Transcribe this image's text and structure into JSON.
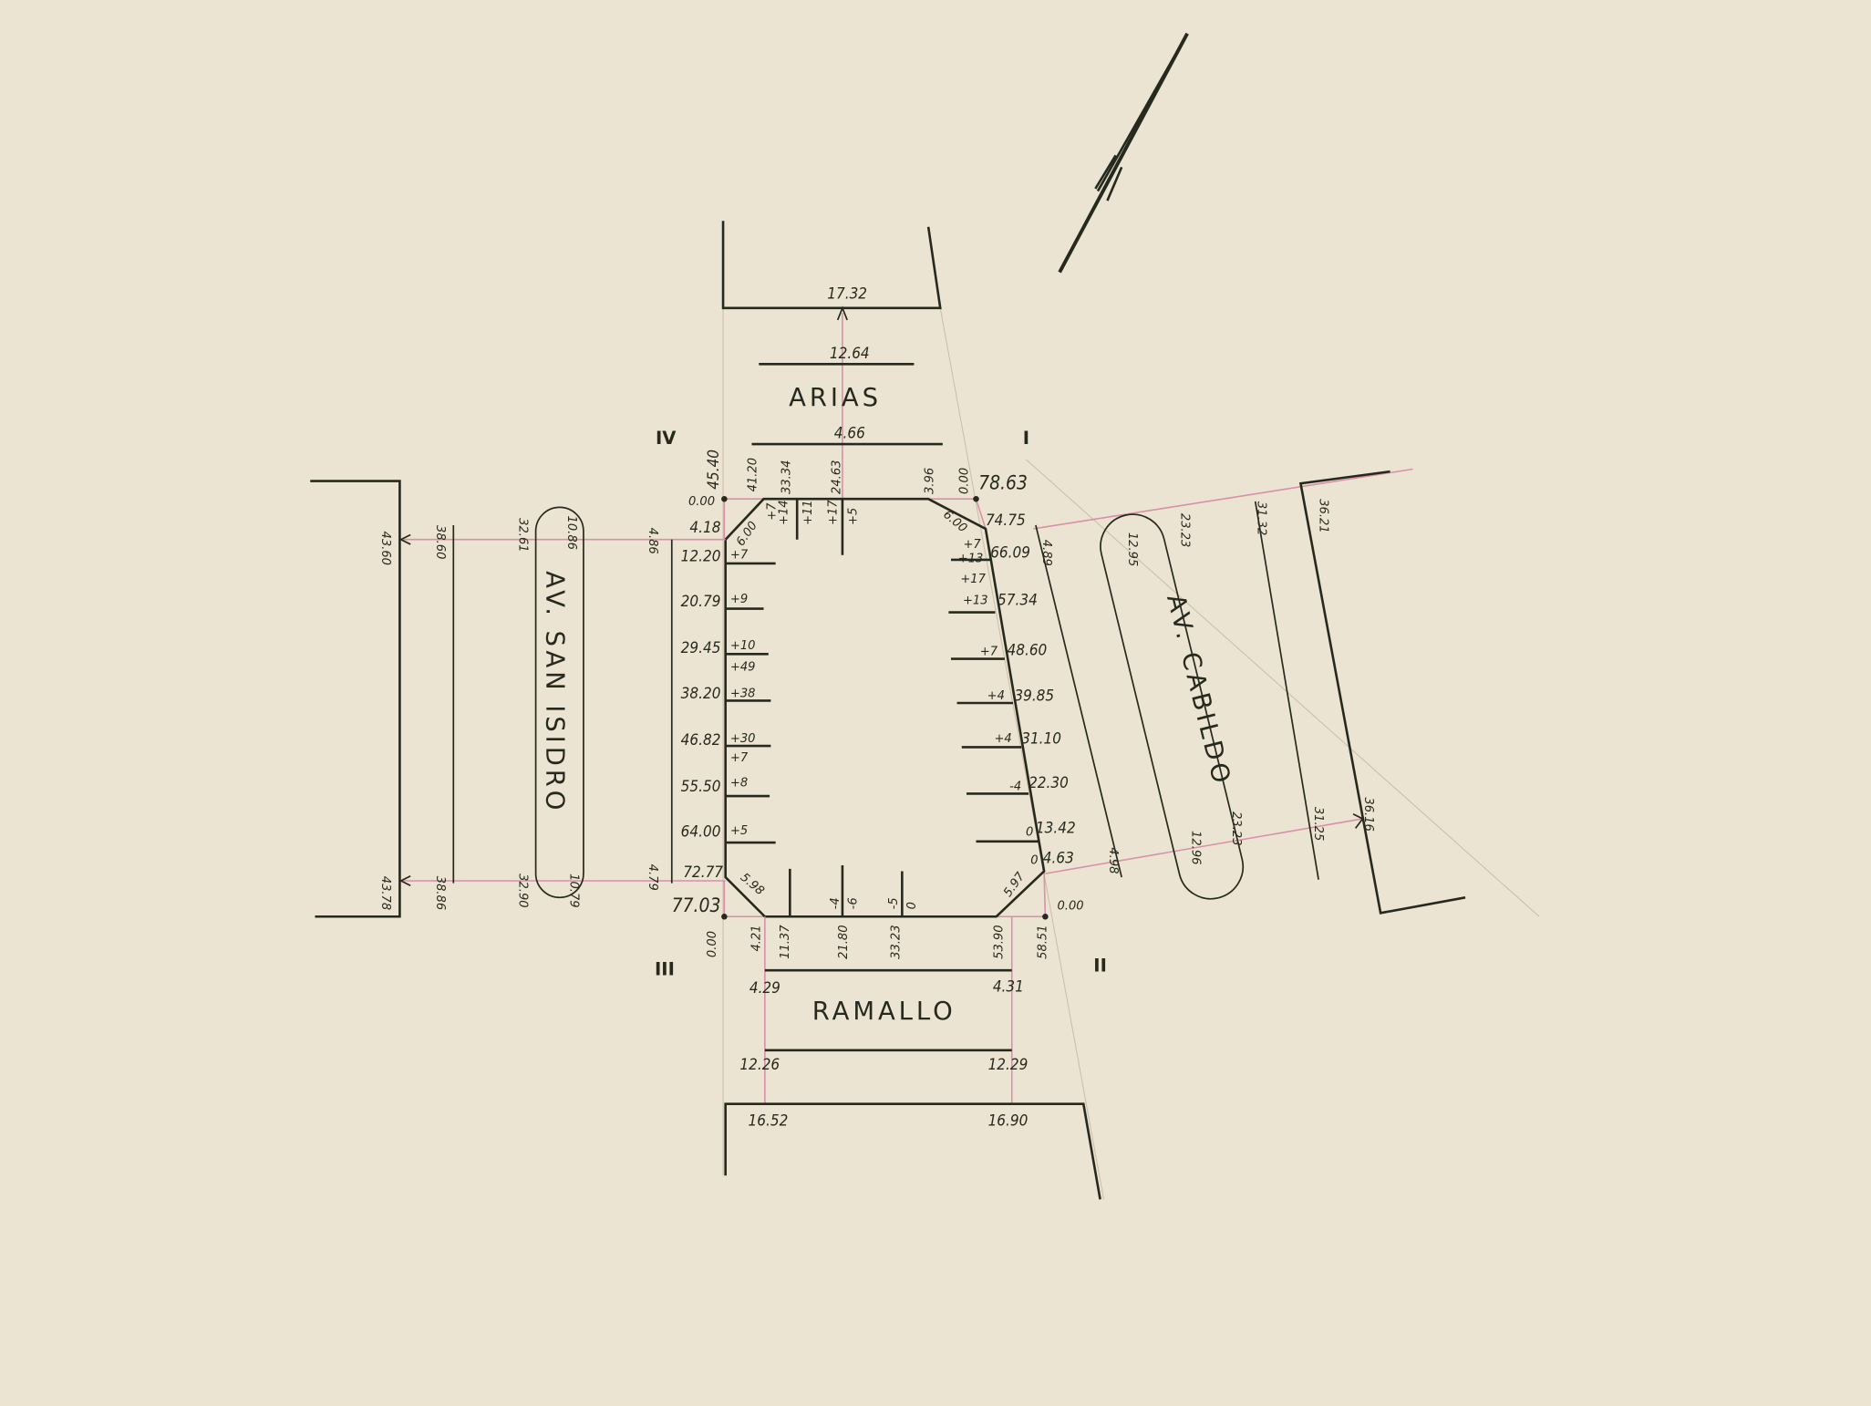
{
  "streets": {
    "arias": "ARIAS",
    "ramallo": "RAMALLO",
    "san_isidro": "AV. SAN ISIDRO",
    "cabildo": "AV. CABILDO"
  },
  "quadrants": {
    "q1": "I",
    "q2": "II",
    "q3": "III",
    "q4": "IV"
  },
  "arias": {
    "outer": "17.32",
    "mid": "12.64",
    "inner": "4.66"
  },
  "top_edge": {
    "labels": [
      "45.40",
      "41.20",
      "33.34",
      "24.63",
      "3.96",
      "0.00"
    ],
    "corner_left": "0.00",
    "corner_right": "78.63",
    "chamfer_left": "6.00",
    "chamfer_right": "6.00",
    "offsets": [
      "+7",
      "+14",
      "+11",
      "+17",
      "+5"
    ]
  },
  "left_edge": {
    "stations": [
      "4.18",
      "12.20",
      "20.79",
      "29.45",
      "38.20",
      "46.82",
      "55.50",
      "64.00",
      "72.77",
      "77.03"
    ],
    "offsets": [
      "+7",
      "+9",
      "+10",
      "+49",
      "+38",
      "+30",
      "+7",
      "+8",
      "+5"
    ],
    "chamfer_bottom": "5.98"
  },
  "right_edge": {
    "stations": [
      "74.75",
      "66.09",
      "57.34",
      "48.60",
      "39.85",
      "31.10",
      "22.30",
      "13.42",
      "4.63"
    ],
    "offsets": [
      "+7",
      "+13",
      "+17",
      "+13",
      "+7",
      "+4",
      "+4",
      "-4",
      "0",
      "0"
    ],
    "chamfer_bottom": "5.97",
    "corner_bottom": "0.00"
  },
  "bottom_edge": {
    "labels": [
      "0.00",
      "4.21",
      "11.37",
      "21.80",
      "33.23",
      "53.90",
      "58.51"
    ],
    "offsets": [
      "-4",
      "-6",
      "-5",
      "0"
    ]
  },
  "ramallo": {
    "inner_left": "4.29",
    "inner_right": "4.31",
    "mid_left": "12.26",
    "mid_right": "12.29",
    "outer_left": "16.52",
    "outer_right": "16.90"
  },
  "san_isidro": {
    "top": [
      "43.60",
      "38.60",
      "32.61",
      "10.86",
      "4.86"
    ],
    "bottom": [
      "43.78",
      "38.86",
      "32.90",
      "10.79",
      "4.79"
    ]
  },
  "cabildo": {
    "top": [
      "4.89",
      "12.95",
      "23.23",
      "31.32",
      "36.21"
    ],
    "bottom": [
      "4.98",
      "12.96",
      "23.23",
      "31.25",
      "36.16"
    ]
  },
  "colors": {
    "ink": "#262a1e",
    "paper": "#ece4d2",
    "construction": "#d98fa8"
  }
}
